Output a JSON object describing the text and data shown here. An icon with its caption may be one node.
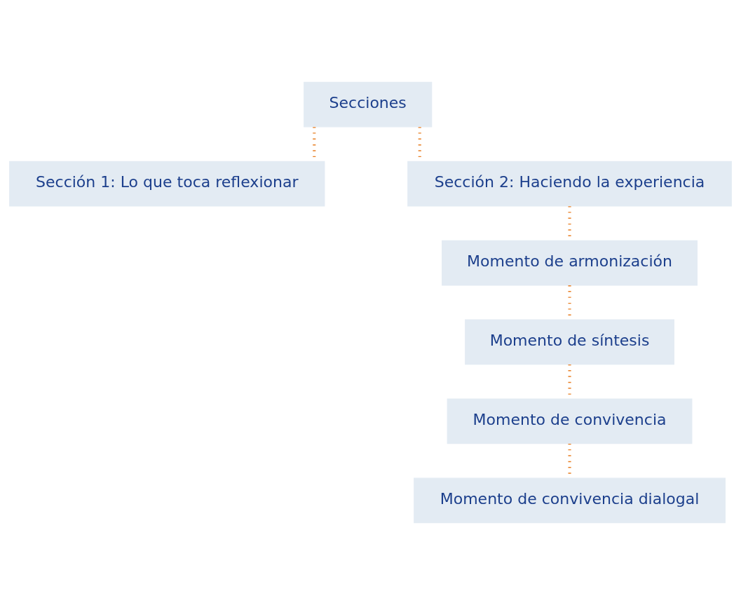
{
  "diagram": {
    "nodes": [
      {
        "text": [
          "Secciones"
        ]
      },
      {
        "text": [
          "Sección 1: Lo que toca reflexionar"
        ]
      },
      {
        "text": [
          "Sección 2: Haciendo la experiencia"
        ]
      },
      {
        "text": [
          "Momento de armonización"
        ]
      },
      {
        "text": [
          "Momento de síntesis"
        ]
      },
      {
        "text": [
          "Momento de convivencia"
        ]
      },
      {
        "text": [
          "Momento de convivencia dialogal"
        ]
      }
    ],
    "edges": [
      {
        "from": 0,
        "to": 1,
        "arrow": "none"
      },
      {
        "from": 0,
        "to": 2,
        "arrow": "none"
      },
      {
        "from": 2,
        "to": 3,
        "arrow": "none"
      },
      {
        "from": 3,
        "to": 4,
        "arrow": "none"
      },
      {
        "from": 4,
        "to": 5,
        "arrow": "none"
      },
      {
        "from": 5,
        "to": 6,
        "arrow": "none"
      }
    ]
  }
}
